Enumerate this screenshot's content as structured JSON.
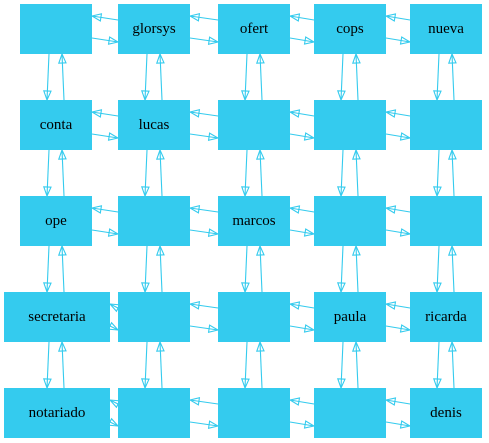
{
  "colors": {
    "node_fill": "#34cbee",
    "edge": "#34cbee",
    "text": "#000000",
    "background": "#ffffff"
  },
  "grid": {
    "rows": [
      [
        "",
        "glorsys",
        "ofert",
        "cops",
        "nueva"
      ],
      [
        "conta",
        "lucas",
        "",
        "",
        ""
      ],
      [
        "ope",
        "",
        "marcos",
        "",
        ""
      ],
      [
        "secretaria",
        "",
        "",
        "paula",
        "ricarda"
      ],
      [
        "notariado",
        "",
        "",
        "",
        "denis"
      ]
    ]
  },
  "connections": "each node is linked to its horizontal and vertical neighbours by a pair of arrows, one in each direction"
}
